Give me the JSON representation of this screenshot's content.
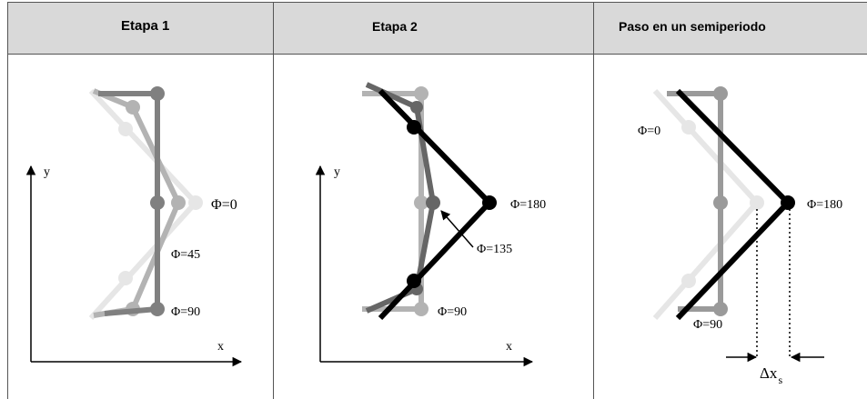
{
  "headers": {
    "col1": "Etapa 1",
    "col2": "Etapa 2",
    "col3": "Paso en un semiperiodo"
  },
  "panel1": {
    "axis_x": "x",
    "axis_y": "y",
    "label_phi0": "Φ=0",
    "label_phi45": "Φ=45",
    "label_phi90": "Φ=90"
  },
  "panel2": {
    "axis_x": "x",
    "axis_y": "y",
    "label_phi180": "Φ=180",
    "label_phi135": "Φ=135",
    "label_phi90": "Φ=90"
  },
  "panel3": {
    "label_phi0": "Φ=0",
    "label_phi180": "Φ=180",
    "label_phi90": "Φ=90",
    "delta_label": "Δx",
    "delta_sub": "s"
  },
  "colors": {
    "light_gray": "#e6e6e6",
    "mid_gray": "#b3b3b3",
    "dark_gray": "#808080",
    "darker_gray": "#666666",
    "black": "#000000",
    "header_bg": "#d9d9d9"
  }
}
